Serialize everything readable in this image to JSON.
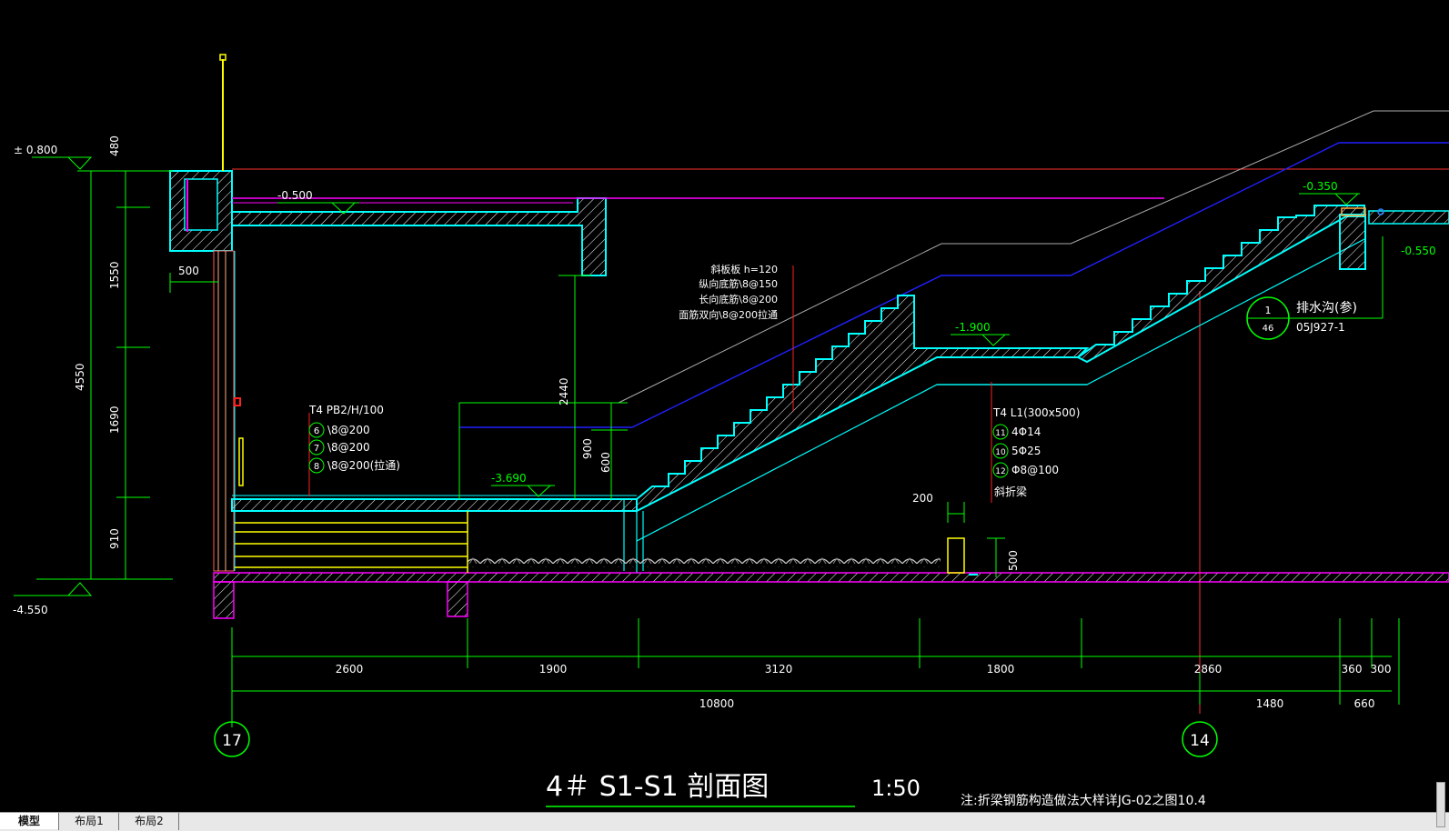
{
  "title": {
    "main": "4＃  S1-S1  剖面图",
    "scale": "1:50",
    "note": "注:折梁钢筋构造做法大样详JG-02之图10.4"
  },
  "grids": {
    "left": "17",
    "right": "14"
  },
  "elevations": {
    "ground": "± 0.800",
    "bottom": "-4.550",
    "minus0500": "-0.500",
    "minus1900": "-1.900",
    "minus3690": "-3.690",
    "minus0350": "-0.350",
    "minus0550": "-0.550"
  },
  "vertical_dims": {
    "d480": "480",
    "d1550": "1550",
    "d4550": "4550",
    "d1690": "1690",
    "d910": "910",
    "d2440": "2440",
    "d900": "900",
    "d600": "600",
    "d500b": "500",
    "d500_top": "500",
    "d200": "200"
  },
  "horizontal_dims": {
    "segments": [
      "2600",
      "1900",
      "3120",
      "1800",
      "2860",
      "360",
      "300"
    ],
    "total": "10800",
    "d1480": "1480",
    "d660": "660"
  },
  "slab_note": {
    "line1": "斜板板 h=120",
    "line2": "纵向底筋\\8@150",
    "line3": "长向底筋\\8@200",
    "line4": "面筋双向\\8@200拉通"
  },
  "pb_note": {
    "title": "T4 PB2/H/100",
    "r6": "\\8@200",
    "r7": "\\8@200",
    "r8": "\\8@200(拉通)",
    "n6": "6",
    "n7": "7",
    "n8": "8"
  },
  "beam_note": {
    "title": "T4 L1(300x500)",
    "r11": "4Φ14",
    "r10": "5Φ25",
    "r12": "Φ8@100",
    "r13": "斜折梁",
    "n11": "11",
    "n10": "10",
    "n12": "12"
  },
  "drain": {
    "label": "排水沟(参)",
    "top": "1",
    "bottom": "46",
    "ref": "05J927-1"
  },
  "colors": {
    "background": "#000000",
    "dims": "#00ff00",
    "concrete": "#00ffff",
    "magenta": "#ff00ff",
    "blue": "#0000ff",
    "red": "#ff0000",
    "yellow": "#ffff00",
    "white": "#ffffff"
  },
  "tabs": [
    "模型",
    "布局1",
    "布局2"
  ]
}
